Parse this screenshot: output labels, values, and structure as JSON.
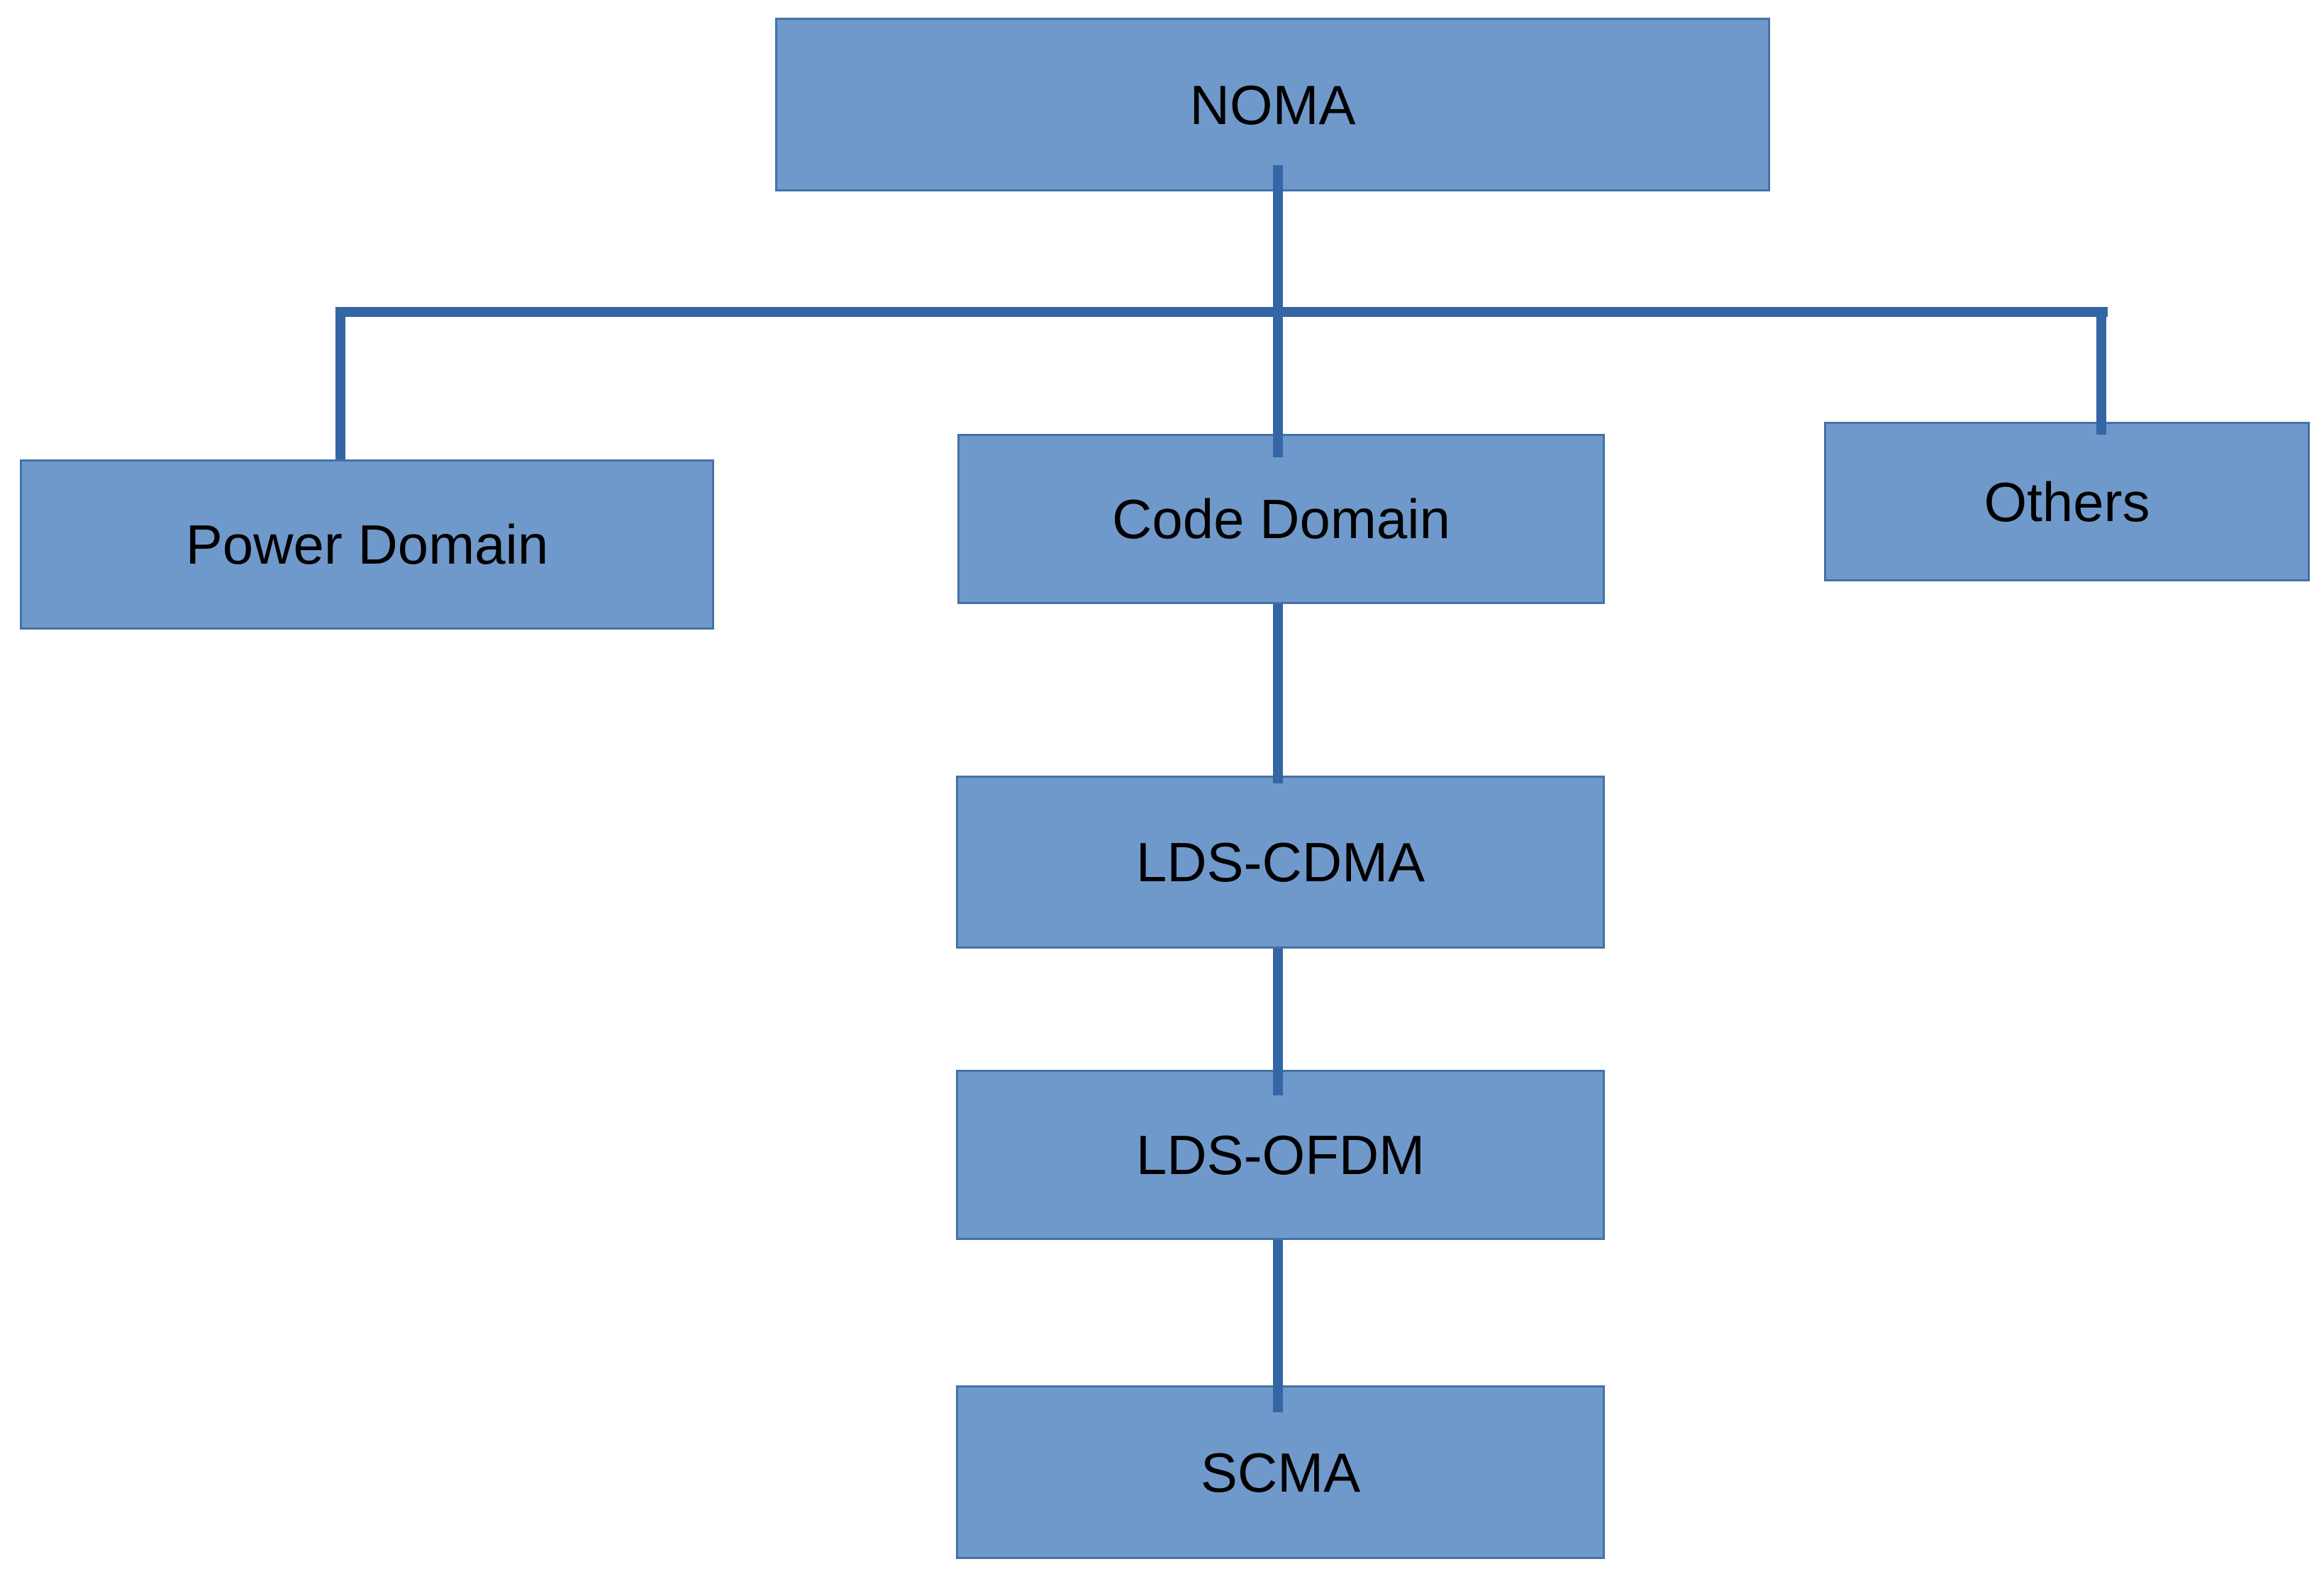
{
  "nodes": {
    "noma": {
      "label": "NOMA"
    },
    "power_domain": {
      "label": "Power Domain"
    },
    "code_domain": {
      "label": "Code Domain"
    },
    "others": {
      "label": "Others"
    },
    "lds_cdma": {
      "label": "LDS-CDMA"
    },
    "lds_ofdm": {
      "label": "LDS-OFDM"
    },
    "scma": {
      "label": "SCMA"
    }
  },
  "edges": [
    {
      "from": "NOMA",
      "to": "Power Domain"
    },
    {
      "from": "NOMA",
      "to": "Code Domain"
    },
    {
      "from": "NOMA",
      "to": "Others"
    },
    {
      "from": "Code Domain",
      "to": "LDS-CDMA"
    },
    {
      "from": "LDS-CDMA",
      "to": "LDS-OFDM"
    },
    {
      "from": "LDS-OFDM",
      "to": "SCMA"
    }
  ],
  "colors": {
    "box_fill": "#7099CB",
    "box_border": "#4472A4",
    "connector": "#3465A4",
    "text": "#000000",
    "background": "#FFFFFF"
  }
}
